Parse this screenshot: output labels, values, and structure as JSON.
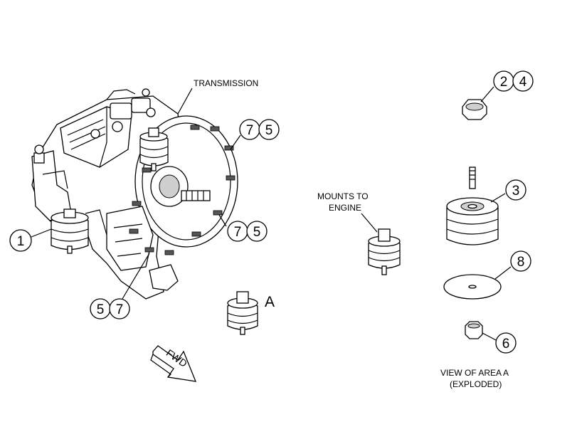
{
  "labels": {
    "transmission": "TRANSMISSION",
    "mounts_line1": "MOUNTS TO",
    "mounts_line2": "ENGINE",
    "area_a": "A",
    "fwd": "FWD",
    "view_line1": "VIEW OF AREA A",
    "view_line2": "(EXPLODED)"
  },
  "callouts": {
    "c1": "1",
    "c2": "2",
    "c3": "3",
    "c4": "4",
    "c5a": "5",
    "c5b": "5",
    "c5c": "5",
    "c6": "6",
    "c7a": "7",
    "c7b": "7",
    "c7c": "7",
    "c8": "8"
  }
}
